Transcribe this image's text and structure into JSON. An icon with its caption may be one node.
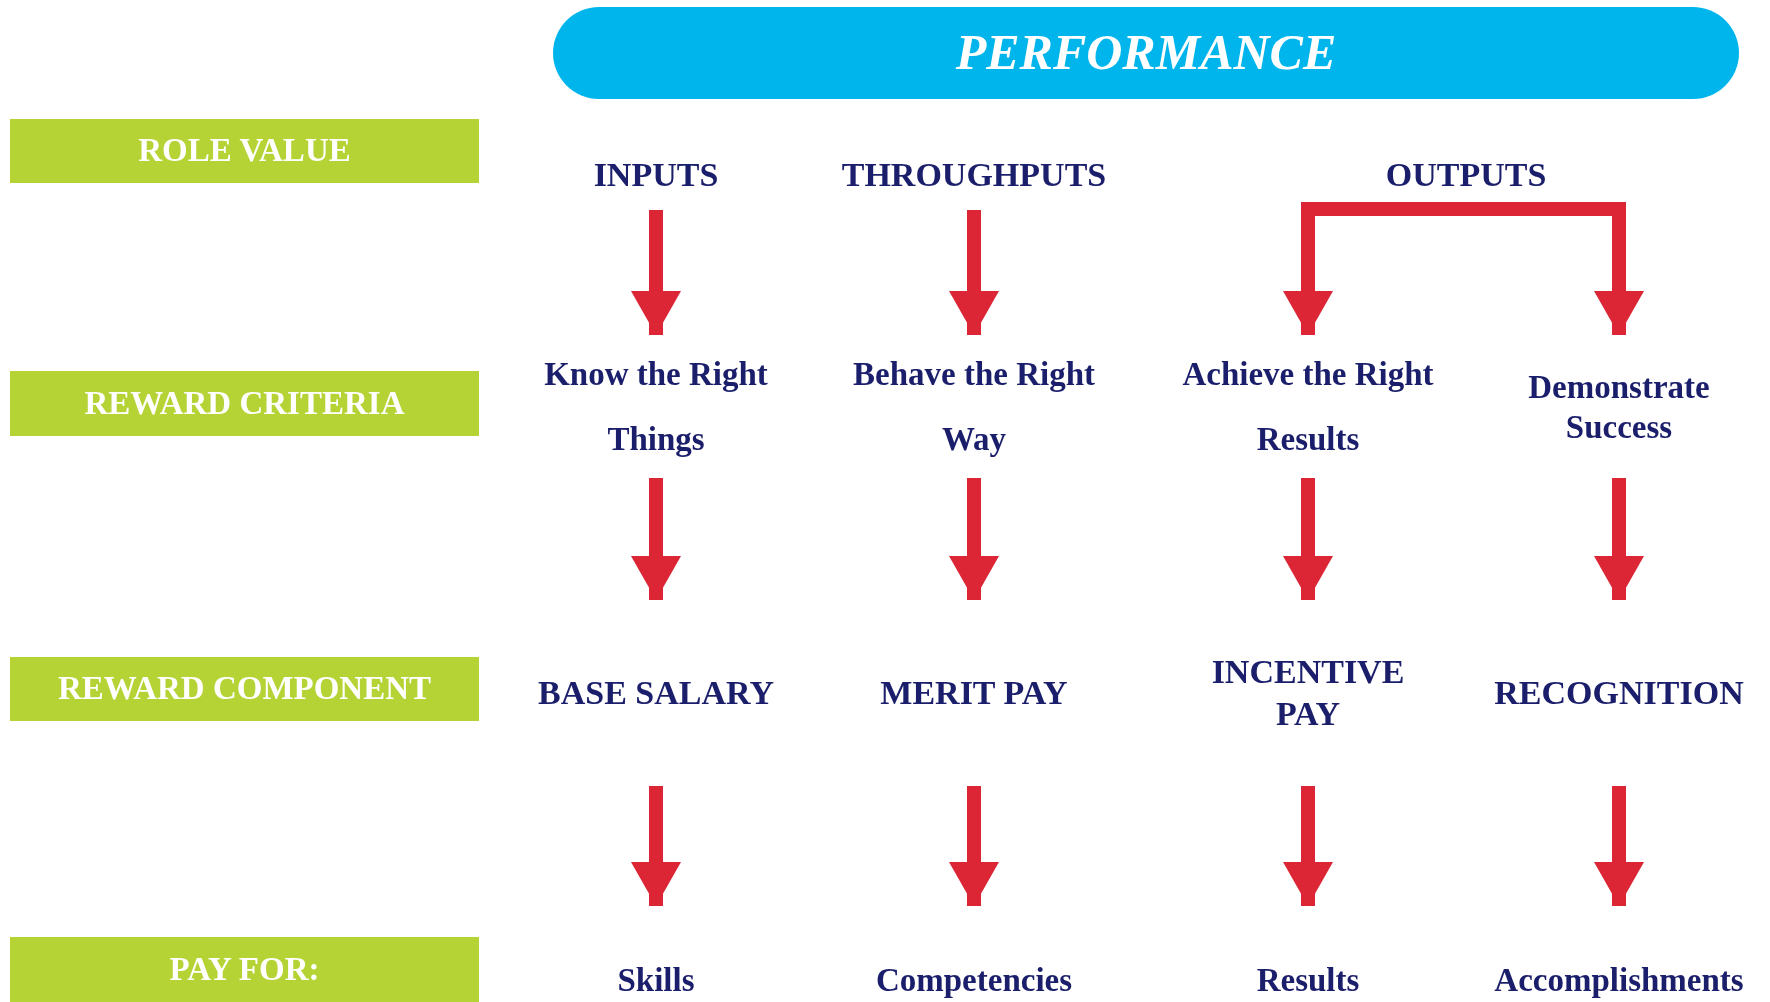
{
  "diagram": {
    "nodes": [
      {
        "text": [
          "PERFORMANCE"
        ]
      },
      {
        "text": [
          "ROLE VALUE"
        ]
      },
      {
        "text": [
          "REWARD CRITERIA"
        ]
      },
      {
        "text": [
          "REWARD COMPONENT"
        ]
      },
      {
        "text": [
          "PAY FOR:"
        ]
      },
      {
        "text": [
          "INPUTS"
        ]
      },
      {
        "text": [
          "THROUGHPUTS"
        ]
      },
      {
        "text": [
          "OUTPUTS"
        ]
      },
      {
        "text": [
          "Know the Right Things"
        ]
      },
      {
        "text": [
          "Behave the Right Way"
        ]
      },
      {
        "text": [
          "Achieve the Right Results"
        ]
      },
      {
        "text": [
          "Demonstrate Success"
        ]
      },
      {
        "text": [
          "BASE SALARY"
        ]
      },
      {
        "text": [
          "MERIT PAY"
        ]
      },
      {
        "text": [
          "INCENTIVE PAY"
        ]
      },
      {
        "text": [
          "RECOGNITION"
        ]
      },
      {
        "text": [
          "Skills"
        ]
      },
      {
        "text": [
          "Competencies"
        ]
      },
      {
        "text": [
          "Results"
        ]
      },
      {
        "text": [
          "Accomplishments"
        ]
      }
    ],
    "edges": [
      {
        "from": 5,
        "to": 8,
        "arrow": "to"
      },
      {
        "from": 6,
        "to": 9,
        "arrow": "to"
      },
      {
        "from": 7,
        "to": 10,
        "arrow": "to"
      },
      {
        "from": 7,
        "to": 11,
        "arrow": "to"
      },
      {
        "from": 8,
        "to": 12,
        "arrow": "to"
      },
      {
        "from": 9,
        "to": 13,
        "arrow": "to"
      },
      {
        "from": 10,
        "to": 14,
        "arrow": "to"
      },
      {
        "from": 11,
        "to": 15,
        "arrow": "to"
      },
      {
        "from": 12,
        "to": 16,
        "arrow": "to"
      },
      {
        "from": 13,
        "to": 17,
        "arrow": "to"
      },
      {
        "from": 14,
        "to": 18,
        "arrow": "to"
      },
      {
        "from": 15,
        "to": 19,
        "arrow": "to"
      }
    ]
  }
}
